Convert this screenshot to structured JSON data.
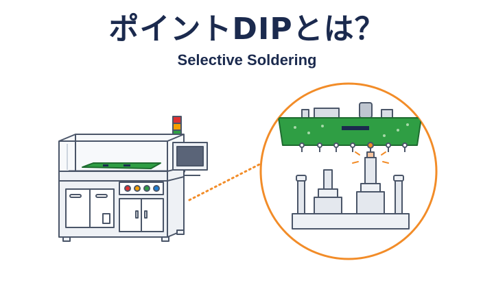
{
  "title": "ポイントDIPとは？",
  "subtitle": "Selective Soldering",
  "colors": {
    "title_text": "#1b2a4e",
    "machine_outline": "#4a5568",
    "machine_body": "#eef1f5",
    "pcb_green": "#2f9e44",
    "accent_orange": "#f28c28",
    "signal_red": "#e03131",
    "signal_yellow": "#f59f00",
    "signal_green": "#2f9e44",
    "signal_blue": "#1c7ed6"
  },
  "icons": {
    "machine": "selective-soldering-machine",
    "zoom": "magnified-solder-nozzle-detail"
  }
}
